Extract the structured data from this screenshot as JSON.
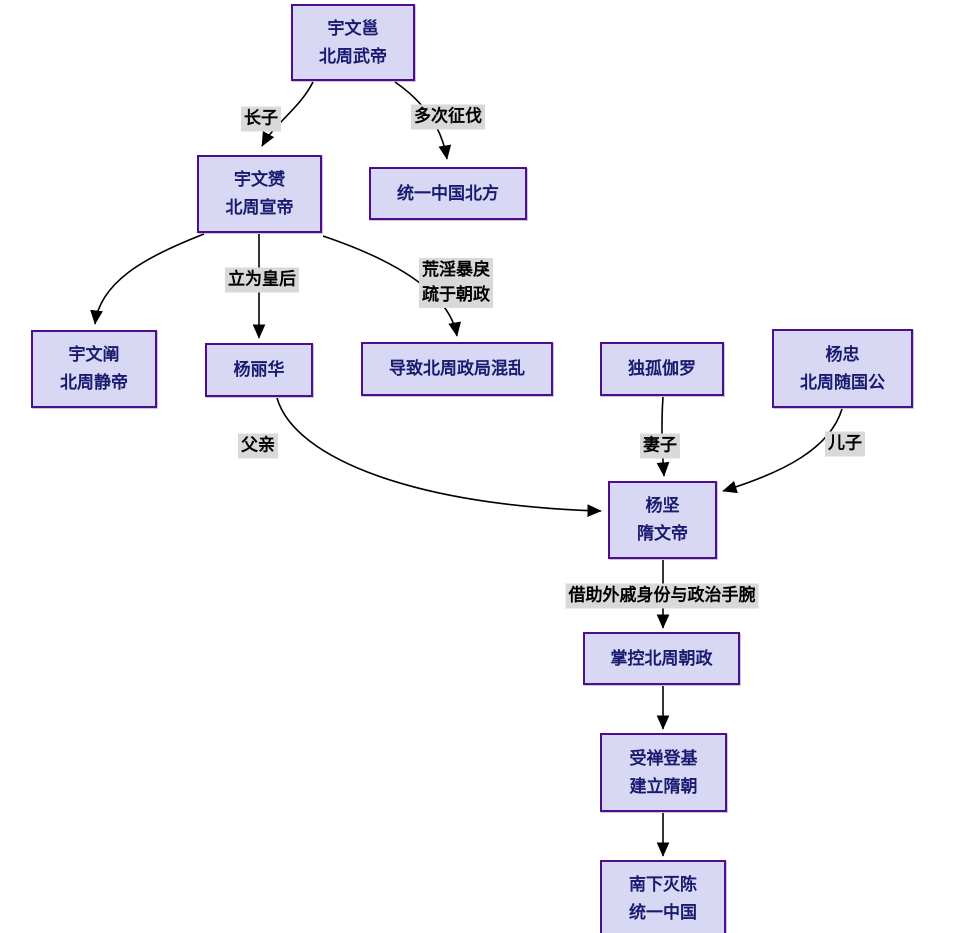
{
  "diagram": {
    "type": "flowchart",
    "topic": "北周至隋朝权力更替图",
    "colors": {
      "background": "#ffffff",
      "node_fill": "#d8d8f4",
      "node_border": "#4b0f8e",
      "node_text": "#1a1a70",
      "label_bg": "#d9d9d9",
      "label_text": "#000000",
      "line_color": "#000000"
    },
    "nodes": [
      {
        "id": "yuwen-yong",
        "label": "宇文邕\n北周武帝"
      },
      {
        "id": "yuwen-yun",
        "label": "宇文赟\n北周宣帝"
      },
      {
        "id": "unify-north",
        "label": "统一中国北方"
      },
      {
        "id": "yuwen-chan",
        "label": "宇文阐\n北周静帝"
      },
      {
        "id": "yang-lihua",
        "label": "杨丽华"
      },
      {
        "id": "zhou-chaos",
        "label": "导致北周政局混乱"
      },
      {
        "id": "dugu-qieluo",
        "label": "独孤伽罗"
      },
      {
        "id": "yang-zhong",
        "label": "杨忠\n北周随国公"
      },
      {
        "id": "yang-jian",
        "label": "杨坚\n隋文帝"
      },
      {
        "id": "control-zhou",
        "label": "掌控北周朝政"
      },
      {
        "id": "found-sui",
        "label": "受禅登基\n建立隋朝"
      },
      {
        "id": "unify-china",
        "label": "南下灭陈\n统一中国"
      }
    ],
    "edge_labels": [
      {
        "id": "eldest-son",
        "text": "长子"
      },
      {
        "id": "campaigns",
        "text": "多次征伐"
      },
      {
        "id": "made-empress",
        "text": "立为皇后"
      },
      {
        "id": "debauchery",
        "text": "荒淫暴戾\n疏于朝政"
      },
      {
        "id": "father",
        "text": "父亲"
      },
      {
        "id": "wife",
        "text": "妻子"
      },
      {
        "id": "son",
        "text": "儿子"
      },
      {
        "id": "leverage",
        "text": "借助外戚身份与政治手腕"
      }
    ]
  }
}
